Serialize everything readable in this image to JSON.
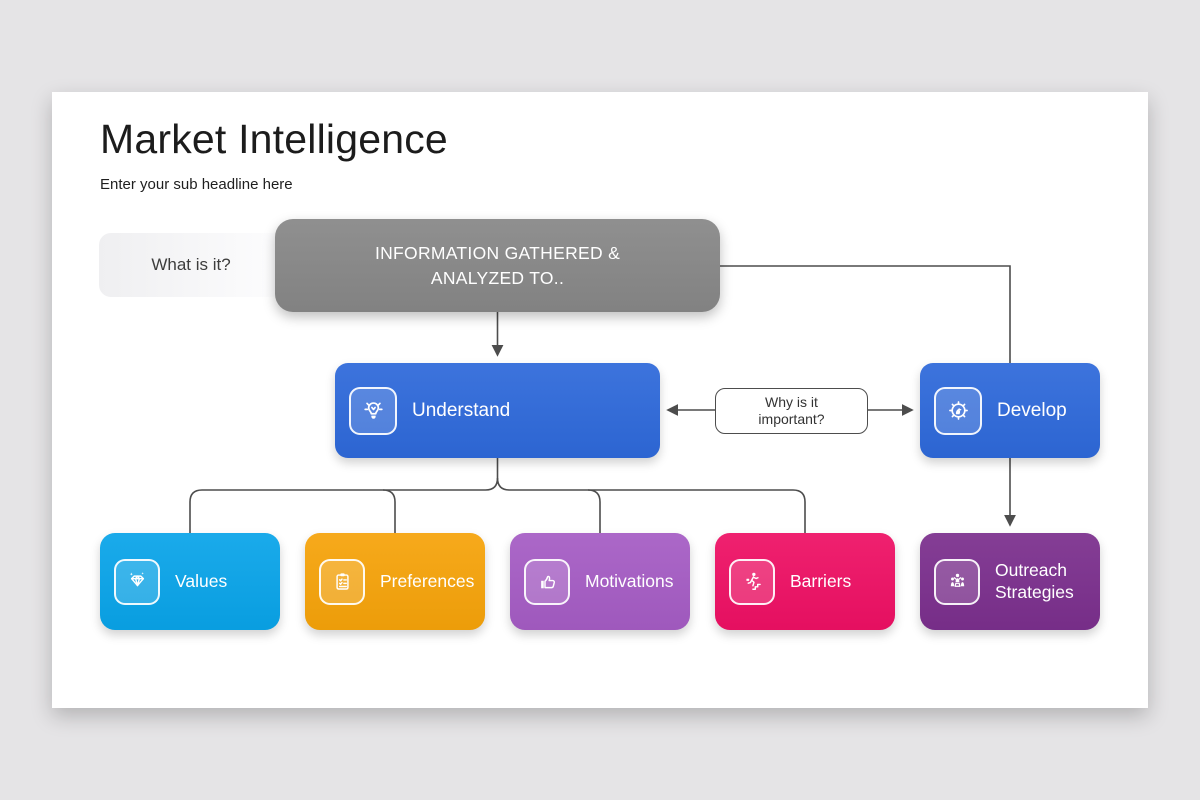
{
  "page": {
    "background": "#e5e4e6",
    "canvas_background": "#ffffff"
  },
  "header": {
    "title": "Market Intelligence",
    "subtitle": "Enter your sub headline here"
  },
  "flowchart": {
    "question_box": {
      "label": "What is it?"
    },
    "root_box": {
      "line1": "INFORMATION GATHERED &",
      "line2": "ANALYZED TO..",
      "color": "#878787"
    },
    "importance_box": {
      "line1": "Why is it",
      "line2": "important?"
    },
    "level2": [
      {
        "label": "Understand",
        "icon": "lightbulb-icon",
        "color": "#2E69DA"
      },
      {
        "label": "Develop",
        "icon": "gear-knight-icon",
        "color": "#2E69DA"
      }
    ],
    "level3": [
      {
        "label": "Values",
        "icon": "diamond-icon",
        "color": "#09A4E9"
      },
      {
        "label": "Preferences",
        "icon": "clipboard-icon",
        "color": "#F6A30A"
      },
      {
        "label": "Motivations",
        "icon": "thumbs-up-icon",
        "color": "#A55CC4"
      },
      {
        "label": "Barriers",
        "icon": "runner-stairs-icon",
        "color": "#EE1064"
      },
      {
        "label": "Outreach Strategies",
        "icon": "people-group-icon",
        "color": "#7B2F8D"
      }
    ],
    "connector_color": "#4D4D4D"
  }
}
